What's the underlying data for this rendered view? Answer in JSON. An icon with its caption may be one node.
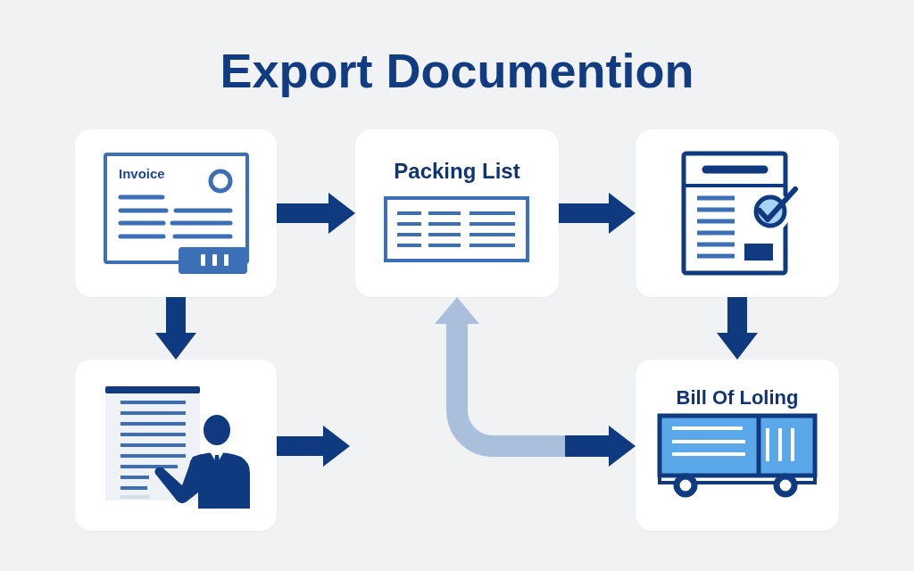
{
  "diagram": {
    "title": "Export Documention",
    "nodes": [
      {
        "text": [
          "Invoice"
        ]
      },
      {
        "text": [
          "Packing List"
        ]
      },
      {
        "text": [],
        "shape": "box"
      },
      {
        "text": [],
        "shape": "box"
      },
      {
        "text": [
          "Bill Of Loling"
        ]
      }
    ],
    "edges": [
      {
        "from": 0,
        "to": 1,
        "arrow": "to"
      },
      {
        "from": 1,
        "to": 2,
        "arrow": "to"
      },
      {
        "from": 0,
        "to": 3,
        "arrow": "to"
      },
      {
        "from": 2,
        "to": 4,
        "arrow": "to"
      },
      {
        "from": 3,
        "to": null,
        "arrow": "to"
      },
      {
        "from": 1,
        "to": 4,
        "arrow": "both",
        "color": "#a9bfdc"
      }
    ]
  }
}
